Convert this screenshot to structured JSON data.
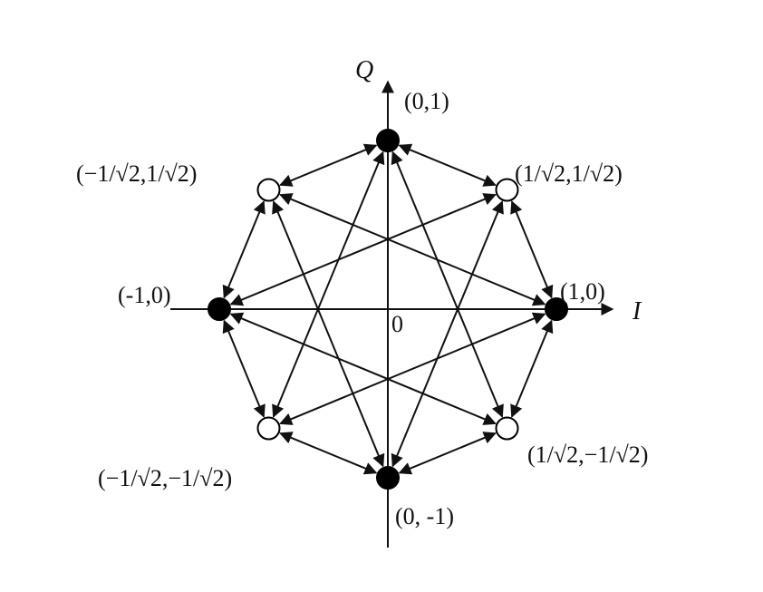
{
  "axes": {
    "horizontal_label": "I",
    "vertical_label": "Q",
    "origin_label": "0"
  },
  "points": [
    {
      "id": "p0",
      "i": 0,
      "q": 1,
      "label": "(0,1)",
      "style": "filled"
    },
    {
      "id": "p1",
      "i": 0.7071,
      "q": 0.7071,
      "label": "(1/√2,1/√2)",
      "style": "open"
    },
    {
      "id": "p2",
      "i": 1,
      "q": 0,
      "label": "(1,0)",
      "style": "filled"
    },
    {
      "id": "p3",
      "i": 0.7071,
      "q": -0.7071,
      "label": "(1/√2,−1/√2)",
      "style": "open"
    },
    {
      "id": "p4",
      "i": 0,
      "q": -1,
      "label": "(0, -1)",
      "style": "filled"
    },
    {
      "id": "p5",
      "i": -0.7071,
      "q": -0.7071,
      "label": "(−1/√2,−1/√2)",
      "style": "open"
    },
    {
      "id": "p6",
      "i": -1,
      "q": 0,
      "label": "(-1,0)",
      "style": "filled"
    },
    {
      "id": "p7",
      "i": -0.7071,
      "q": 0.7071,
      "label": "(−1/√2,1/√2)",
      "style": "open"
    }
  ],
  "transitions": [
    [
      "p0",
      "p1"
    ],
    [
      "p1",
      "p2"
    ],
    [
      "p2",
      "p3"
    ],
    [
      "p3",
      "p4"
    ],
    [
      "p4",
      "p5"
    ],
    [
      "p5",
      "p6"
    ],
    [
      "p6",
      "p7"
    ],
    [
      "p7",
      "p0"
    ],
    [
      "p0",
      "p3"
    ],
    [
      "p0",
      "p5"
    ],
    [
      "p1",
      "p4"
    ],
    [
      "p1",
      "p6"
    ],
    [
      "p2",
      "p5"
    ],
    [
      "p2",
      "p7"
    ],
    [
      "p3",
      "p6"
    ],
    [
      "p4",
      "p7"
    ]
  ],
  "colors": {
    "ink": "#111111",
    "filled_point": "#000000",
    "open_point": "#ffffff",
    "background": "#ffffff"
  }
}
